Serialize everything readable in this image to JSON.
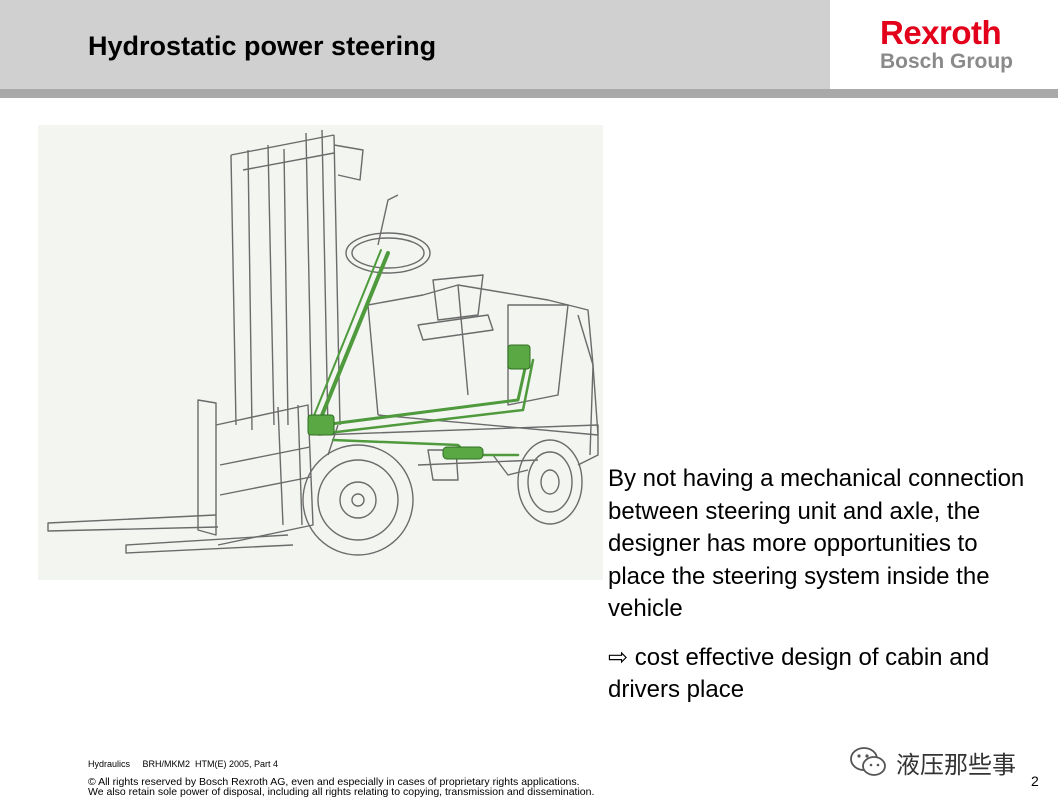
{
  "header": {
    "title": "Hydrostatic power steering",
    "logo_brand": "Rexroth",
    "logo_group": "Bosch Group"
  },
  "colors": {
    "header_bg": "#d0d0d0",
    "header_line": "#a9a9a9",
    "logo_red": "#e2001a",
    "logo_gray": "#8a8a8a",
    "steering_green": "#4f9a3c"
  },
  "body": {
    "paragraph": "By not having a mechanical connection between steering unit and axle, the designer has more opportunities to place the steering system inside the vehicle",
    "bullet_arrow": "⇨",
    "bullet_text": " cost effective design of cabin and drivers place"
  },
  "footer": {
    "meta": "Hydraulics     BRH/MKM2  HTM(E) 2005, Part 4",
    "copyright_line1": "© All rights reserved by Bosch Rexroth AG, even and especially in cases of proprietary rights applications.",
    "copyright_line2": "We also retain sole power of disposal, including all rights relating to copying, transmission and dissemination.",
    "page_number": "2",
    "watermark": "液压那些事"
  },
  "illustration": {
    "icon": "forklift-hydrostatic-steering-illustration"
  }
}
